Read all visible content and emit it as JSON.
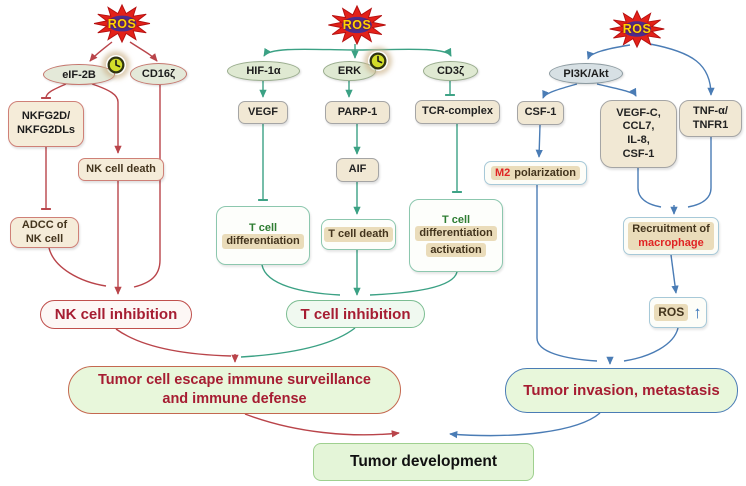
{
  "palette": {
    "red_branch": "#b9444a",
    "green_branch": "#3ba184",
    "blue_branch": "#4a7cb5",
    "crimson_text": "#a61d32",
    "brown_text": "#43341d",
    "highlight_beige": "#eadcba",
    "box_beige": "#f1e8d4",
    "light_green_fill": "#e8f7db",
    "ros_star_red": "#e32119",
    "ros_star_purple": "#4b2e8f",
    "ros_text_yellow": "#ffd400"
  },
  "nodes": {
    "ros_left": "ROS",
    "ros_middle": "ROS",
    "ros_right": "ROS",
    "eif2b": "eIF-2B",
    "cd16": "CD16ζ",
    "nkfg2d": "NKFG2D/\nNKFG2DLs",
    "nk_cell_death": "NK cell death",
    "adcc": "ADCC of\nNK cell",
    "nk_inhibition": "NK cell inhibition",
    "hif1a": "HIF-1α",
    "erk": "ERK",
    "cd3": "CD3ζ",
    "vegf": "VEGF",
    "parp1": "PARP-1",
    "tcr": "TCR-complex",
    "aif": "AIF",
    "tcell_diff": {
      "top": "T cell",
      "bottom": "differentiation"
    },
    "tcell_death": "T cell death",
    "tcell_diff_act": {
      "top": "T cell",
      "mid": "differentiation",
      "bottom": "activation"
    },
    "tcell_inhibition": "T cell inhibition",
    "pi3k_akt": "PI3K/Akt",
    "csf1": "CSF-1",
    "vegfc_group": "VEGF-C,\nCCL7,\nIL-8,\nCSF-1",
    "tnf": "TNF-α/\nTNFR1",
    "m2": {
      "prefix": "M2",
      "rest": "polarization"
    },
    "recruitment": {
      "line1": "Recruitment of",
      "line2": "macrophage"
    },
    "ros_up": {
      "label": "ROS",
      "arrow": "↑"
    },
    "tumor_invasion": "Tumor invasion, metastasis",
    "tumor_escape": "Tumor cell escape immune surveillance\nand immune defense",
    "tumor_development": "Tumor development"
  }
}
